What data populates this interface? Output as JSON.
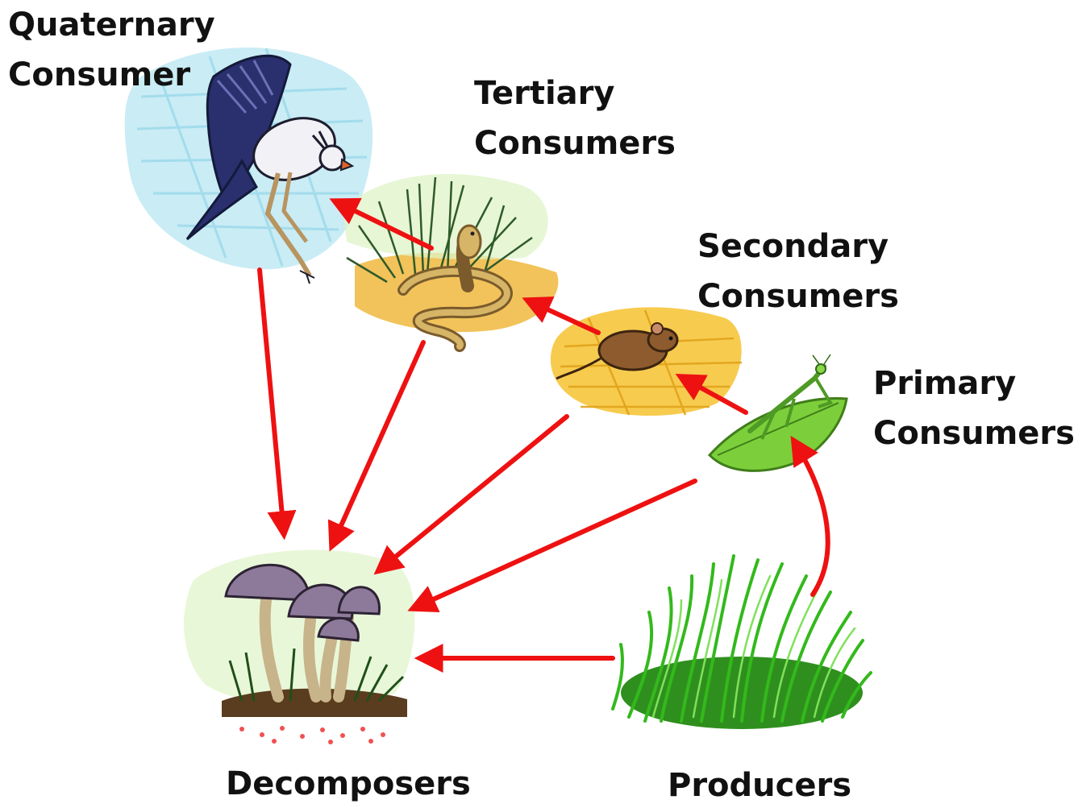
{
  "levels": {
    "quaternary": {
      "line1": "Quaternary",
      "line2": "Consumer",
      "icon": "secretary-bird-icon"
    },
    "tertiary": {
      "line1": "Tertiary",
      "line2": "Consumers",
      "icon": "cobra-snake-icon"
    },
    "secondary": {
      "line1": "Secondary",
      "line2": "Consumers",
      "icon": "mouse-icon"
    },
    "primary": {
      "line1": "Primary",
      "line2": "Consumers",
      "icon": "praying-mantis-icon"
    },
    "producers": {
      "label": "Producers",
      "icon": "grass-tuft-icon"
    },
    "decomposers": {
      "label": "Decomposers",
      "icon": "mushrooms-icon"
    }
  },
  "edges": [
    {
      "from": "producers",
      "to": "primary"
    },
    {
      "from": "primary",
      "to": "secondary"
    },
    {
      "from": "secondary",
      "to": "tertiary"
    },
    {
      "from": "tertiary",
      "to": "quaternary"
    },
    {
      "from": "quaternary",
      "to": "decomposers"
    },
    {
      "from": "tertiary",
      "to": "decomposers"
    },
    {
      "from": "secondary",
      "to": "decomposers"
    },
    {
      "from": "primary",
      "to": "decomposers"
    },
    {
      "from": "producers",
      "to": "decomposers"
    }
  ],
  "colors": {
    "arrow": "#ee1111",
    "text": "#111111",
    "grass": "#3cc21e",
    "sky_patch": "#bfe9f3",
    "straw_patch": "#f3c64a",
    "mushroom_cap": "#8d7a9a"
  }
}
